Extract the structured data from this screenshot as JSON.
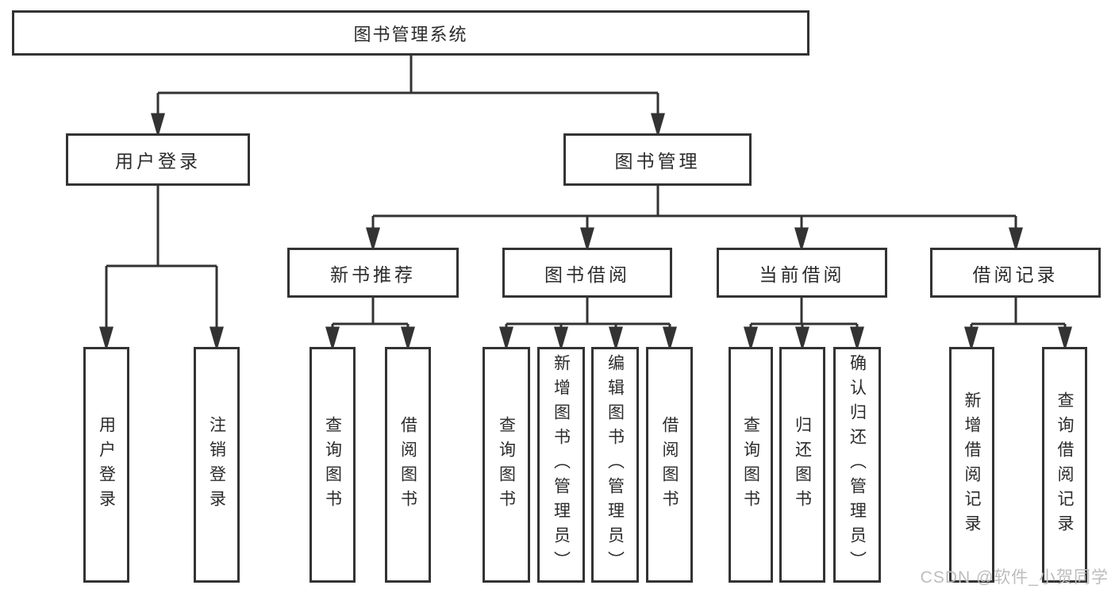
{
  "tree": {
    "root": "图书管理系统",
    "branches": [
      {
        "label": "用户登录",
        "children": [
          {
            "label": "用户登录"
          },
          {
            "label": "注销登录"
          }
        ]
      },
      {
        "label": "图书管理",
        "children": [
          {
            "label": "新书推荐",
            "children": [
              {
                "label": "查询图书"
              },
              {
                "label": "借阅图书"
              }
            ]
          },
          {
            "label": "图书借阅",
            "children": [
              {
                "label": "查询图书"
              },
              {
                "label": "新增图书（管理员）"
              },
              {
                "label": "编辑图书（管理员）"
              },
              {
                "label": "借阅图书"
              }
            ]
          },
          {
            "label": "当前借阅",
            "children": [
              {
                "label": "查询图书"
              },
              {
                "label": "归还图书"
              },
              {
                "label": "确认归还（管理员）"
              }
            ]
          },
          {
            "label": "借阅记录",
            "children": [
              {
                "label": "新增借阅记录"
              },
              {
                "label": "查询借阅记录"
              }
            ]
          }
        ]
      }
    ]
  },
  "watermark": {
    "text": "CSDN @软件_小贺同学"
  },
  "colors": {
    "line": "#333333",
    "box_border": "#333333",
    "text": "#2b2b2b",
    "watermark": "#bdbdbd",
    "background": "#ffffff"
  }
}
